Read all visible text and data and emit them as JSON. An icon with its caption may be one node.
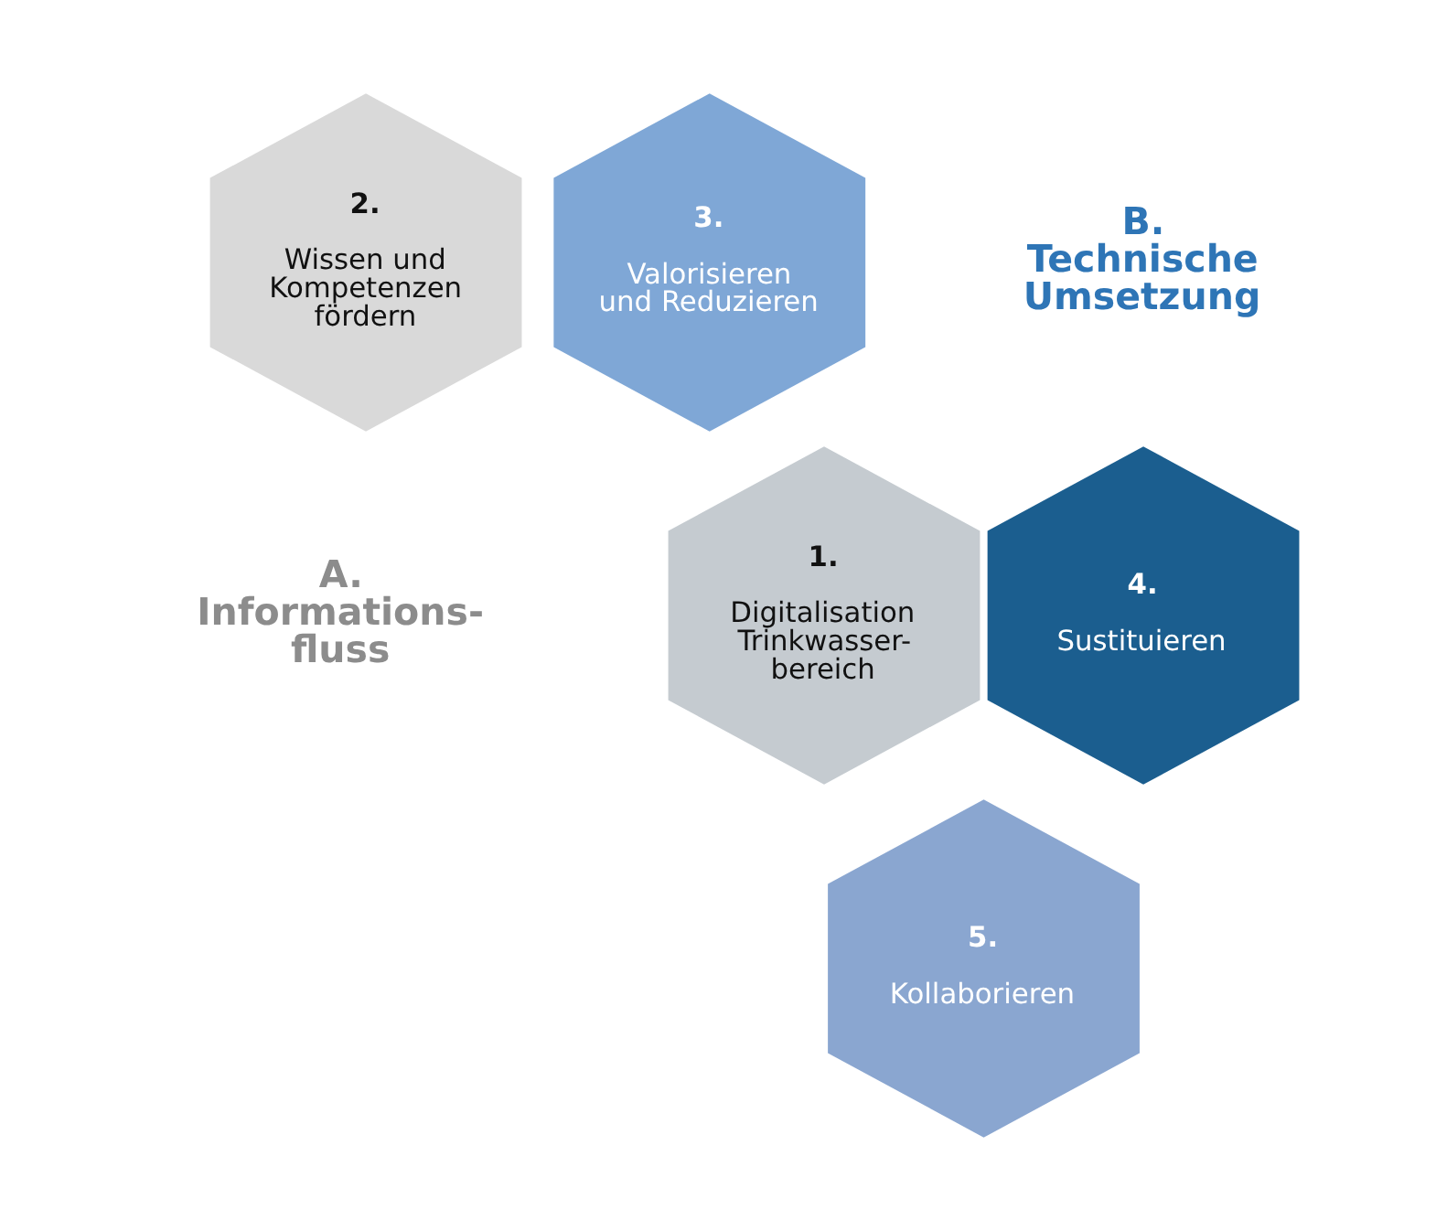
{
  "diagram": {
    "nodes": [
      {
        "text": [
          "2.",
          "Wissen und Kompetenzen fördern"
        ]
      },
      {
        "text": [
          "3.",
          "Valorisieren und Reduzieren"
        ]
      },
      {
        "text": [
          "1.",
          "Digitalisation Trinkwasser- bereich"
        ]
      },
      {
        "text": [
          "4.",
          "Sustituieren"
        ]
      },
      {
        "text": [
          "5.",
          "Kollaborieren"
        ]
      }
    ],
    "labels": [
      "A. Informations- fluss",
      "B. Technische Umsetzung"
    ]
  }
}
